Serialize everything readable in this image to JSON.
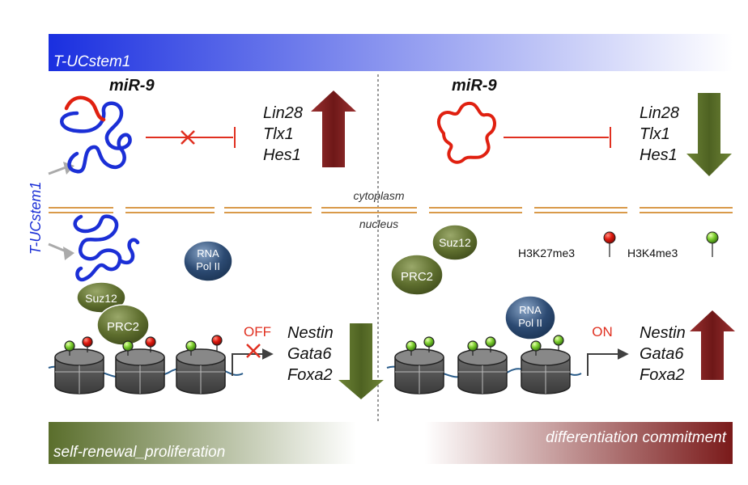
{
  "banner_top": {
    "label": "T-UCstem1",
    "color_start": "#1a2fe0",
    "color_end": "#ffffff"
  },
  "banner_bottom": {
    "left_label": "self-renewal_proliferation",
    "right_label": "differentiation commitment",
    "left_color": "#5a6e2c",
    "right_color": "#7a1a1a"
  },
  "compartments": {
    "cytoplasm": "cytoplasm",
    "nucleus": "nucleus"
  },
  "side_label": "T-UCstem1",
  "left_panel": {
    "mirna": "miR-9",
    "targets": [
      "Lin28",
      "Tlx1",
      "Hes1"
    ],
    "target_trend": "up",
    "proteins": {
      "suz12": "Suz12",
      "prc2": "PRC2",
      "rna_pol": [
        "RNA",
        "Pol II"
      ]
    },
    "switch": "OFF",
    "genes": [
      "Nestin",
      "Gata6",
      "Foxa2"
    ],
    "gene_trend": "down"
  },
  "right_panel": {
    "mirna": "miR-9",
    "targets": [
      "Lin28",
      "Tlx1",
      "Hes1"
    ],
    "target_trend": "down",
    "proteins": {
      "suz12": "Suz12",
      "prc2": "PRC2",
      "rna_pol": [
        "RNA",
        "Pol II"
      ]
    },
    "switch": "ON",
    "genes": [
      "Nestin",
      "Gata6",
      "Foxa2"
    ],
    "gene_trend": "up"
  },
  "legend": {
    "mark_repressive": "H3K27me3",
    "mark_active": "H3K4me3"
  },
  "colors": {
    "up_arrow": "#7d1f1f",
    "down_arrow": "#5c7029",
    "rna_blue": "#1b2fd6",
    "mirna_red": "#e02010",
    "membrane": "#d99a4a",
    "inhibit_line": "#e03020",
    "green_protein": "#5e6e2e",
    "blue_protein": "#2c4a72"
  }
}
